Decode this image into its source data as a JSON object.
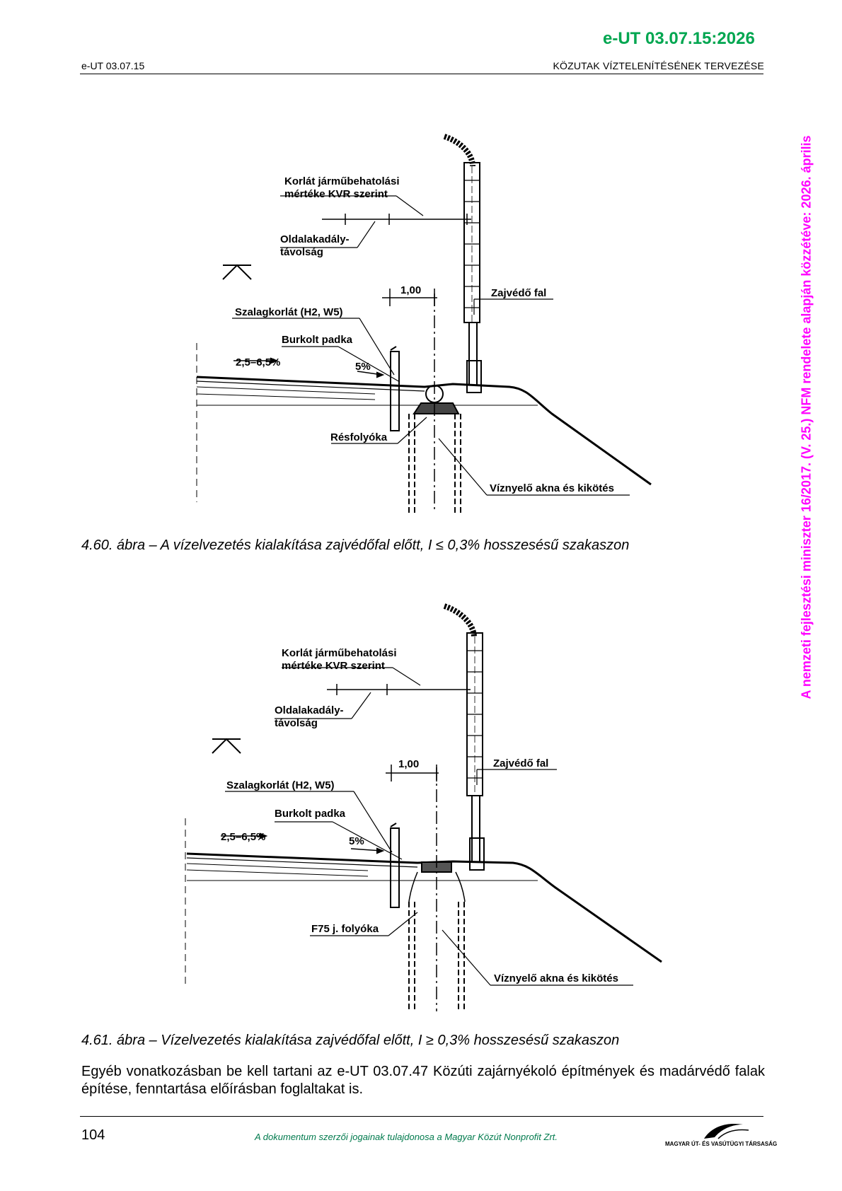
{
  "header": {
    "doc_code": "e-UT 03.07.15:2026",
    "left": "e-UT 03.07.15",
    "right": "KÖZUTAK VÍZTELENÍTÉSÉNEK TERVEZÉSE"
  },
  "side_note": "A nemzeti fejlesztési miniszter 16/2017. (V. 25.) NFM rendelete alapján közzétéve: 2026. április",
  "figure1": {
    "labels": {
      "korlat1": "Korlát járműbehatolási",
      "korlat2": "mértéke KVR szerint",
      "oldal1": "Oldalakadály-",
      "oldal2": "távolság",
      "dim": "1,00",
      "wall": "Zajvédő fal",
      "barrier": "Szalagkorlát (H2, W5)",
      "shoulder": "Burkolt padka",
      "slope": "2,5–6,5%",
      "slope2": "5%",
      "drain": "Résfolyóka",
      "shaft": "Víznyelő akna és kikötés"
    },
    "caption": "4.60. ábra – A vízelvezetés kialakítása zajvédőfal előtt, I ≤ 0,3% hosszesésű szakaszon"
  },
  "figure2": {
    "labels": {
      "korlat1": "Korlát járműbehatolási",
      "korlat2": "mértéke KVR szerint",
      "oldal1": "Oldalakadály-",
      "oldal2": "távolság",
      "dim": "1,00",
      "wall": "Zajvédő fal",
      "barrier": "Szalagkorlát (H2, W5)",
      "shoulder": "Burkolt padka",
      "slope": "2,5–6,5%",
      "slope2": "5%",
      "drain": "F75 j. folyóka",
      "shaft": "Víznyelő akna és kikötés"
    },
    "caption": "4.61. ábra – Vízelvezetés kialakítása zajvédőfal előtt, I ≥ 0,3% hosszesésű szakaszon"
  },
  "body": "Egyéb vonatkozásban be kell tartani az e-UT 03.07.47 Közúti zajárnyékoló építmények és madárvédő falak építése, fenntartása előírásban foglaltakat is.",
  "footer": {
    "page": "104",
    "note": "A dokumentum szerzői jogainak tulajdonosa a Magyar Közút Nonprofit Zrt.",
    "logo_text": "MAGYAR ÚT- ÉS VASÚTÜGYI TÁRSASÁG"
  }
}
